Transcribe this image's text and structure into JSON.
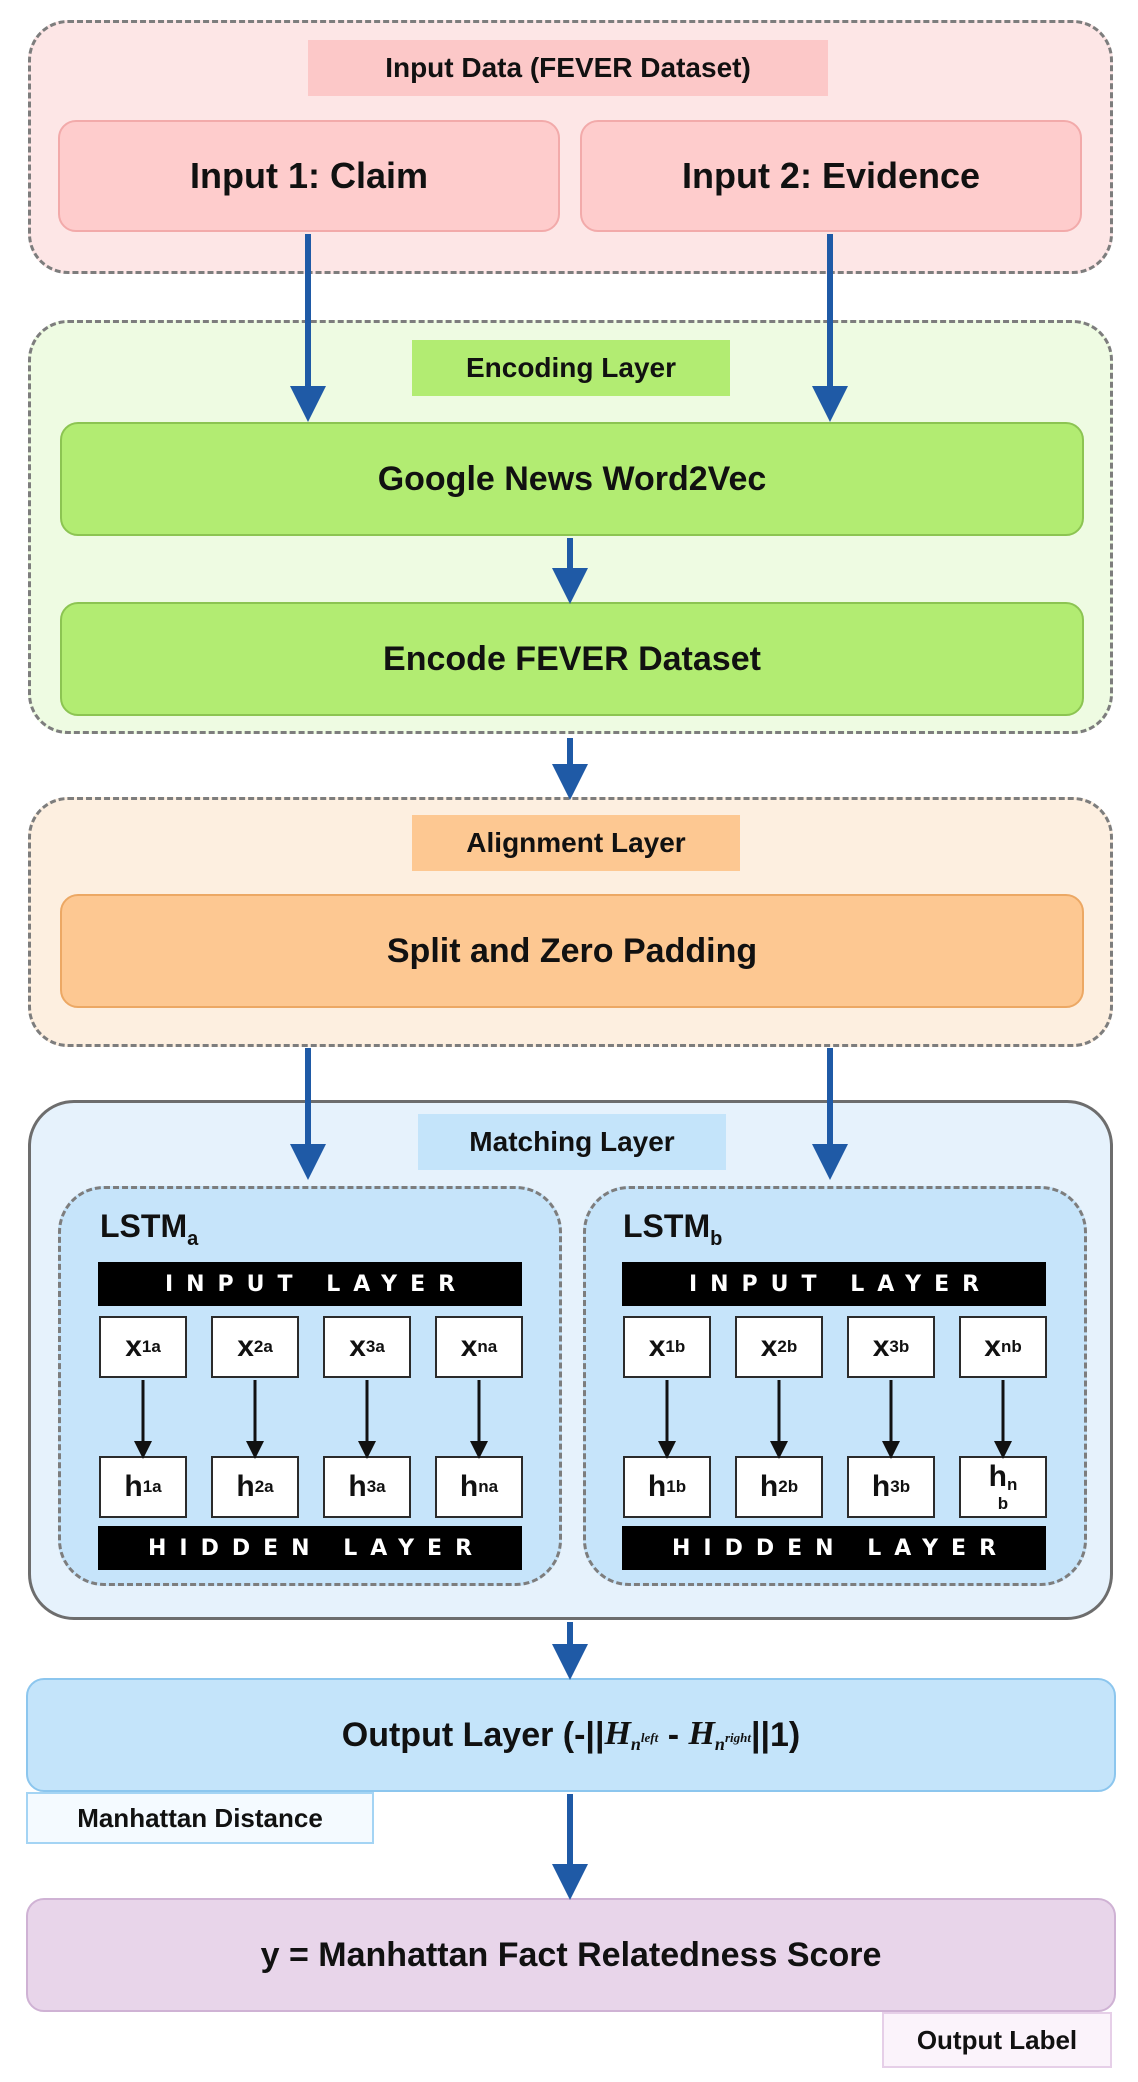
{
  "input_section": {
    "title": "Input Data (FEVER Dataset)",
    "input1": "Input 1: Claim",
    "input2": "Input 2: Evidence"
  },
  "encoding_section": {
    "title": "Encoding Layer",
    "step1": "Google News Word2Vec",
    "step2": "Encode FEVER Dataset"
  },
  "alignment_section": {
    "title": "Alignment Layer",
    "step1": "Split and Zero Padding"
  },
  "matching_section": {
    "title": "Matching Layer",
    "lstm_a": {
      "name": "LSTM",
      "subscript": "a",
      "input_bar": "INPUT LAYER",
      "hidden_bar": "HIDDEN LAYER",
      "inputs": [
        {
          "base": "x",
          "sub": "1",
          "sup": "a"
        },
        {
          "base": "x",
          "sub": "2",
          "sup": "a"
        },
        {
          "base": "x",
          "sub": "3",
          "sup": "a"
        },
        {
          "base": "x",
          "sub": "n",
          "sup": "a"
        }
      ],
      "hiddens": [
        {
          "base": "h",
          "sub": "1",
          "sup": "a"
        },
        {
          "base": "h",
          "sub": "2",
          "sup": "a"
        },
        {
          "base": "h",
          "sub": "3",
          "sup": "a"
        },
        {
          "base": "h",
          "sub": "n",
          "sup": "a"
        }
      ]
    },
    "lstm_b": {
      "name": "LSTM",
      "subscript": "b",
      "input_bar": "INPUT LAYER",
      "hidden_bar": "HIDDEN LAYER",
      "inputs": [
        {
          "base": "x",
          "sub": "1",
          "sup": "b"
        },
        {
          "base": "x",
          "sub": "2",
          "sup": "b"
        },
        {
          "base": "x",
          "sub": "3",
          "sup": "b"
        },
        {
          "base": "x",
          "sub": "n",
          "sup": "b"
        }
      ],
      "hiddens": [
        {
          "base": "h",
          "sub": "1",
          "sup": "b"
        },
        {
          "base": "h",
          "sub": "2",
          "sup": "b"
        },
        {
          "base": "h",
          "sub": "3",
          "sup": "b"
        },
        {
          "base": "h",
          "sub": "n",
          "sup": "b"
        }
      ]
    }
  },
  "output_section": {
    "prefix": "Output Layer (-||",
    "h_left_base": "H",
    "h_left_sub": "n",
    "h_left_sup": "left",
    "minus": " - ",
    "h_right_base": "H",
    "h_right_sub": "n",
    "h_right_sup": "right",
    "suffix": "||1)",
    "distance_label": "Manhattan Distance"
  },
  "result_section": {
    "label": "y = Manhattan Fact Relatedness Score",
    "output_label": "Output Label"
  },
  "colors": {
    "input_bg": "#fde6e6",
    "input_box": "#fecccc",
    "encoding_bg": "#eefbe2",
    "encoding_box": "#b2ec72",
    "alignment_bg": "#fdefe0",
    "alignment_box": "#fdc892",
    "matching_bg": "#e6f2fc",
    "lstm_bg": "#c6e4fa",
    "output_box": "#c4e4fa",
    "result_box": "#e8d5ea",
    "arrow": "#1f5aa6"
  }
}
